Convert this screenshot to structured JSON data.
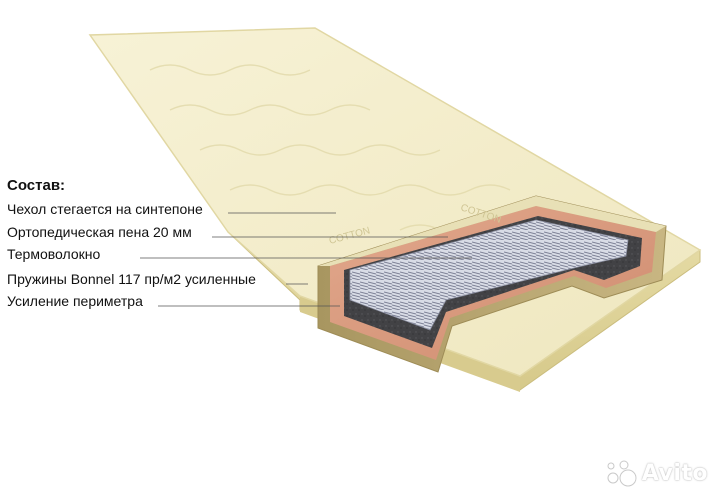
{
  "legend": {
    "title": "Состав:",
    "items": [
      "Чехол стегается на синтепоне",
      "Ортопедическая пена 20 мм",
      "Термоволокно",
      "Пружины Bonnel 117 пр/м2 усиленные",
      "Усиление периметра"
    ]
  },
  "product_print": "COTTON",
  "watermark": {
    "brand": "Avito"
  },
  "colors": {
    "cover_fill": "#f4efcc",
    "cover_border": "#e3da9e",
    "frame_fill": "#b8a774",
    "foam_fill": "#d99a7e",
    "fiber_fill": "#3f3f41",
    "spring_fill": "#cfd3de"
  },
  "icons": {
    "watermark": "avito-logo-icon"
  }
}
